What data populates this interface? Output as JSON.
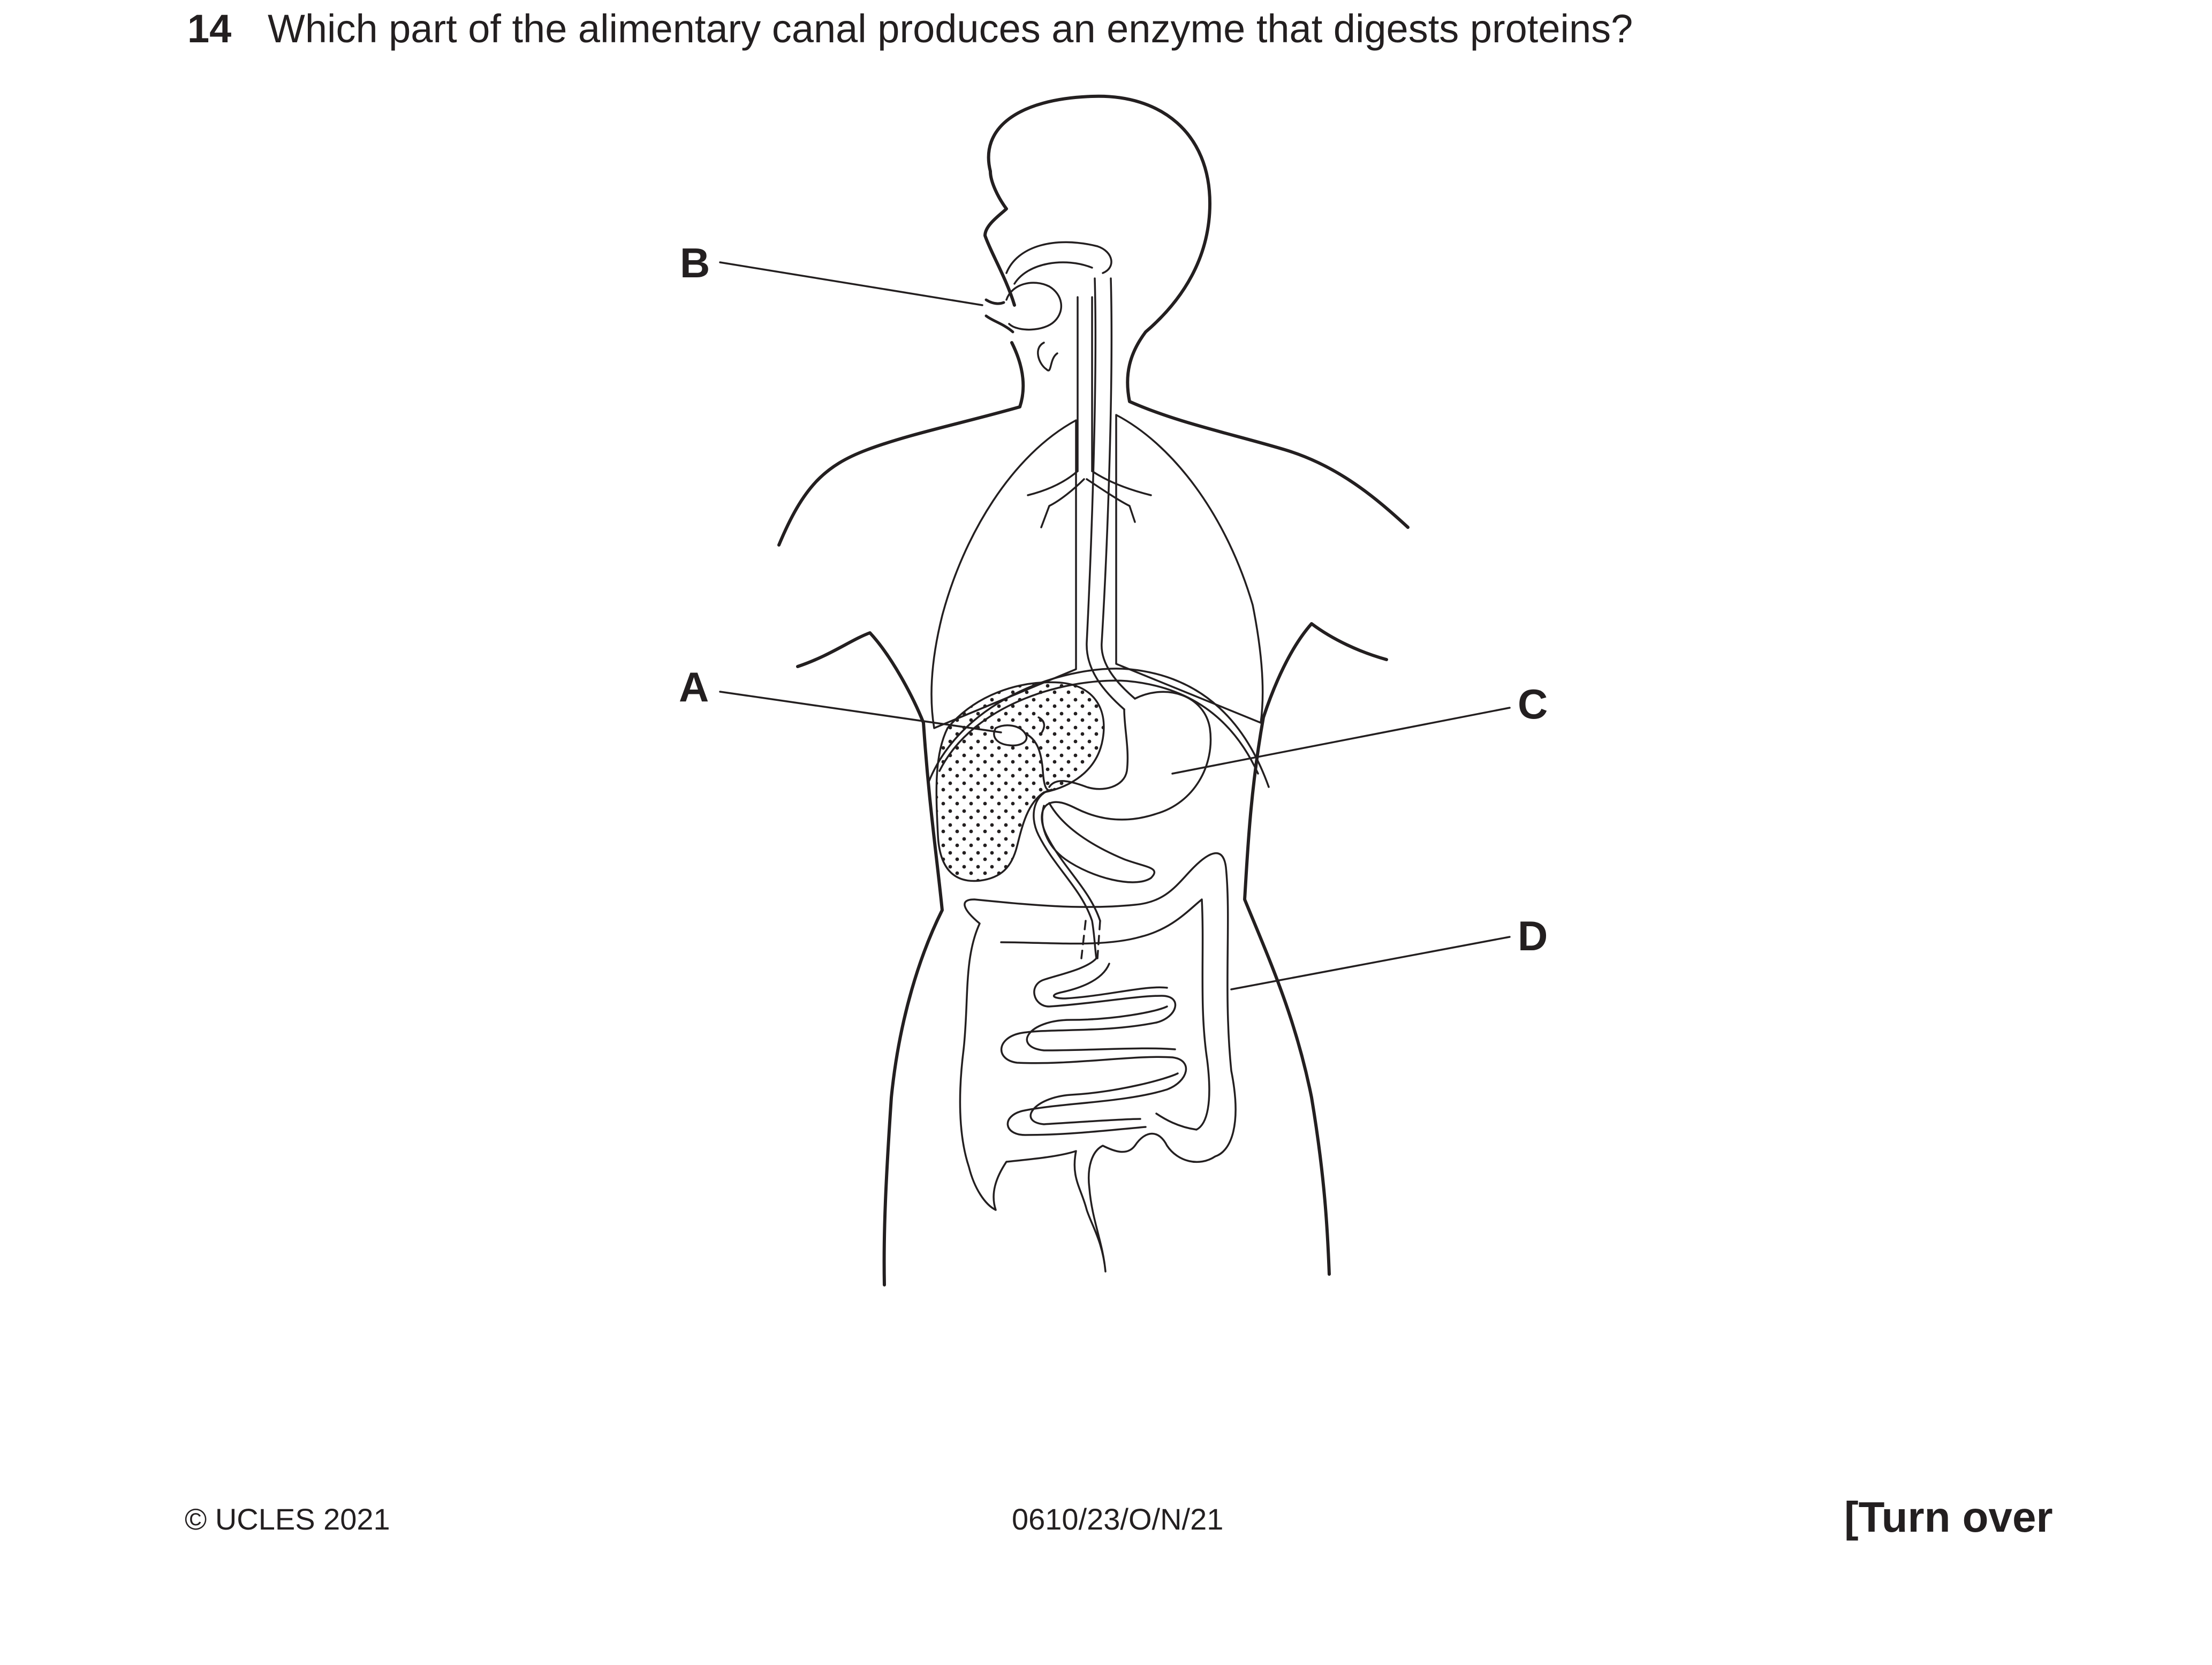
{
  "question": {
    "number": "14",
    "text": "Which part of the alimentary canal produces an enzyme that digests proteins?"
  },
  "diagram": {
    "labels": {
      "A": "A",
      "B": "B",
      "C": "C",
      "D": "D"
    }
  },
  "footer": {
    "copyright": "© UCLES 2021",
    "paper_code": "0610/23/O/N/21",
    "turn_over": "[Turn over"
  }
}
